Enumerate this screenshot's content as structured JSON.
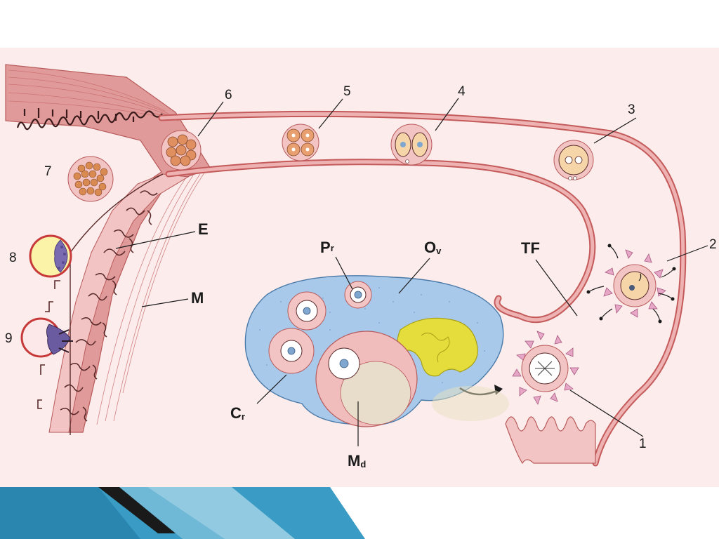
{
  "labels": {
    "n1": "1",
    "n2": "2",
    "n3": "3",
    "n4": "4",
    "n5": "5",
    "n6": "6",
    "n7": "7",
    "n8": "8",
    "n9": "9",
    "E": "E",
    "M": "M",
    "P": "P",
    "P_sub": "r",
    "O": "O",
    "O_sub": "v",
    "TF": "TF",
    "C": "C",
    "C_sub": "r",
    "Md": "M",
    "Md_sub": "d"
  },
  "colors": {
    "paper": "#fcecec",
    "tube_outline": "#c45a5a",
    "tube_fill": "#e8a8a8",
    "muscle": "#d98585",
    "ovary_fill": "#a8c8e8",
    "follicle_pink": "#f0b8b8",
    "corpus_luteum": "#e6e04a",
    "morula_orange": "#d88a50",
    "blastocyst_yellow": "#fbf3a8",
    "embryoblast_purple": "#7a6ab0",
    "slide_band_blue": "#3a9cc4"
  }
}
